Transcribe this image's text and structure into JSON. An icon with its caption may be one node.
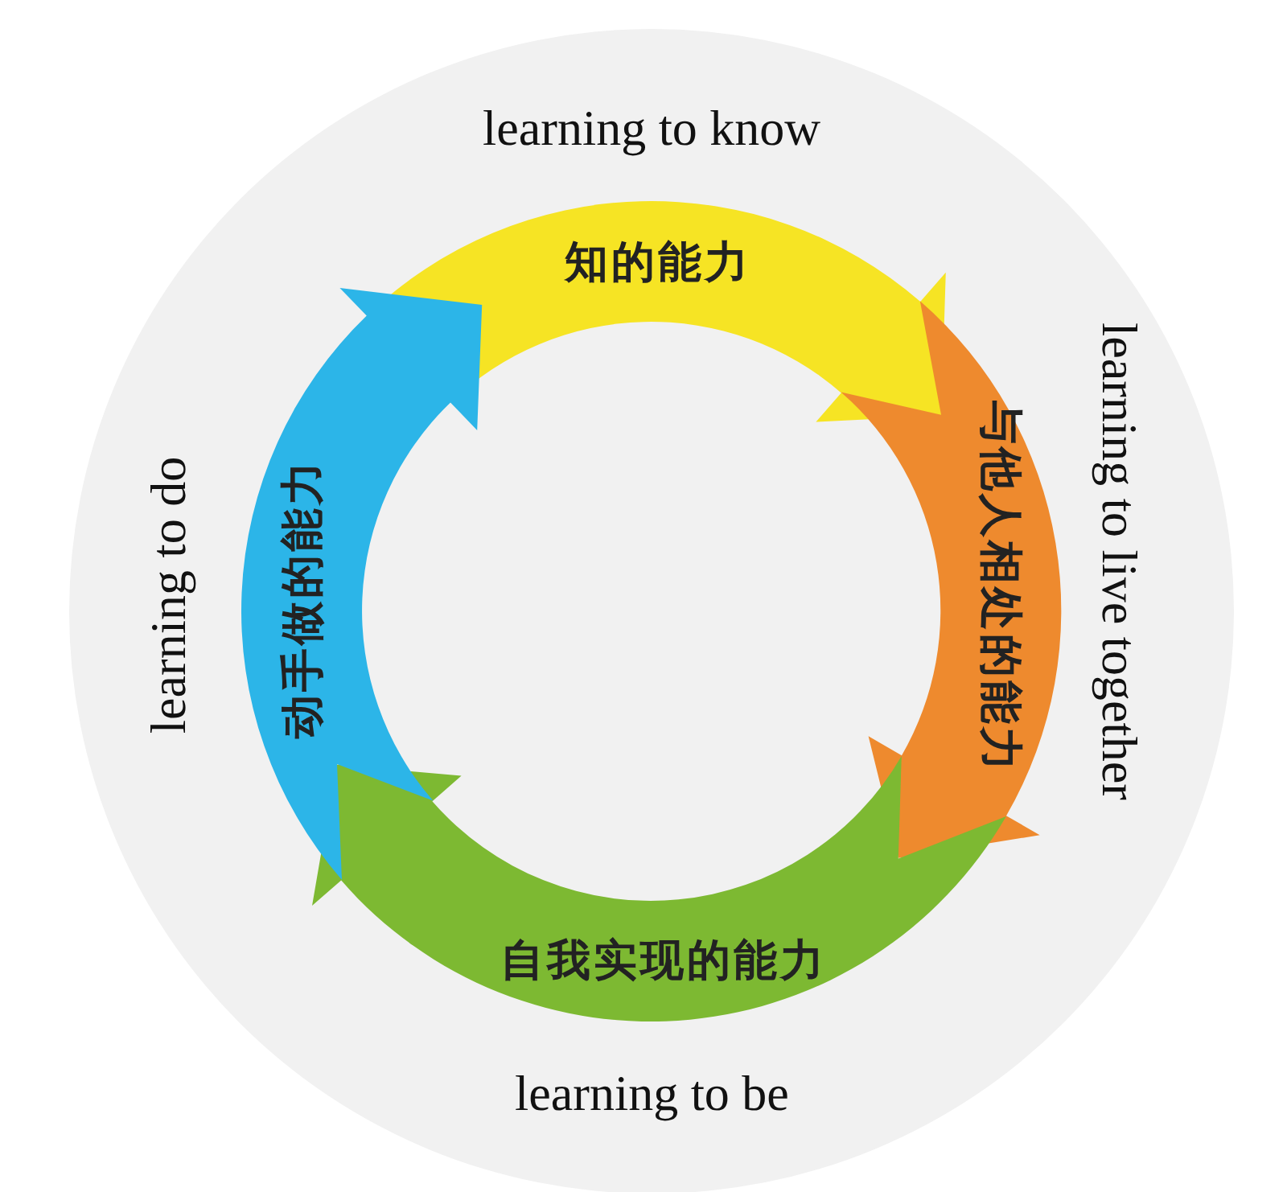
{
  "diagram": {
    "nodes": [
      {
        "text": [
          "知的能力"
        ],
        "beside": [
          "learning to know"
        ]
      },
      {
        "text": [
          "与他人相处的能力"
        ],
        "beside": [
          "learning to live together"
        ]
      },
      {
        "text": [
          "自我实现的能力"
        ],
        "beside": [
          "learning to be"
        ]
      },
      {
        "text": [
          "动手做的能力"
        ],
        "beside": [
          "learning to do"
        ]
      }
    ]
  }
}
